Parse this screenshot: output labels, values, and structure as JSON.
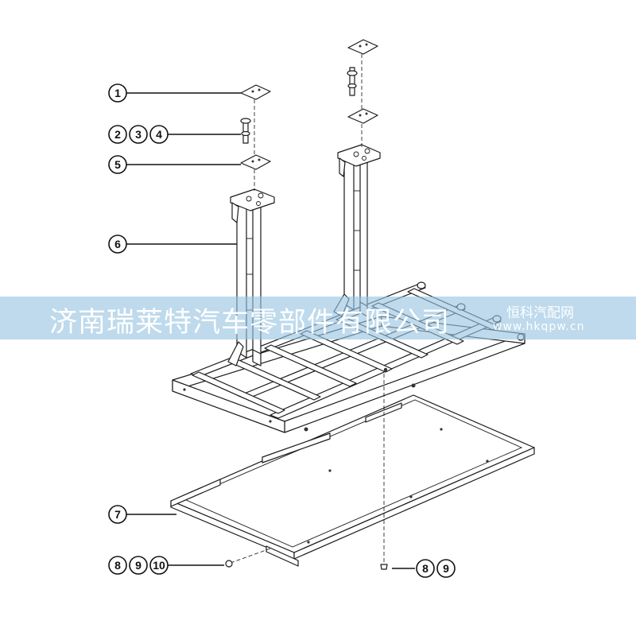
{
  "diagram": {
    "callouts": [
      {
        "id": "c1",
        "numbers": [
          "1"
        ]
      },
      {
        "id": "c2",
        "numbers": [
          "2",
          "3",
          "4"
        ]
      },
      {
        "id": "c5",
        "numbers": [
          "5"
        ]
      },
      {
        "id": "c6",
        "numbers": [
          "6"
        ]
      },
      {
        "id": "c7",
        "numbers": [
          "7"
        ]
      },
      {
        "id": "c8a",
        "numbers": [
          "8",
          "9",
          "10"
        ]
      },
      {
        "id": "c8b",
        "numbers": [
          "8",
          "9"
        ]
      }
    ]
  },
  "watermark": {
    "company": "济南瑞莱特汽车零部件有限公司",
    "brand": "恒科汽配网",
    "url": "www.hkqpw.cn",
    "color": "#96c3e1"
  }
}
